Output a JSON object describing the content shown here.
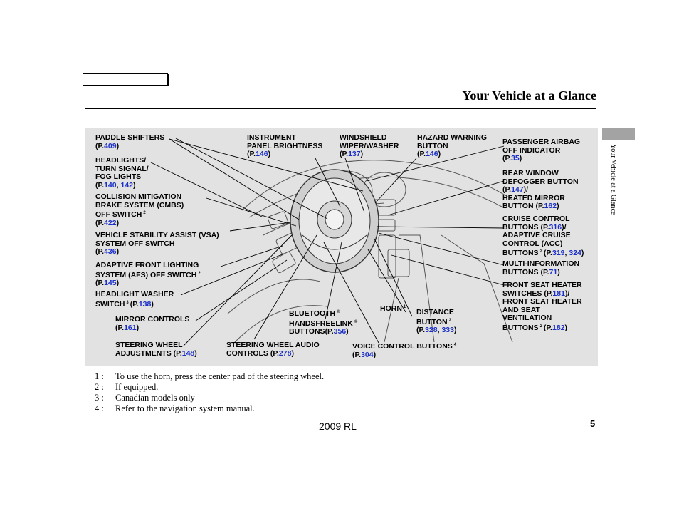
{
  "header": {
    "title": "Your Vehicle at a Glance",
    "side_tab_text": "Your Vehicle at a Glance"
  },
  "labels": {
    "paddle": {
      "lines": [
        "PADDLE SHIFTERS"
      ],
      "ref": [
        "409"
      ]
    },
    "headlights": {
      "lines": [
        "HEADLIGHTS/",
        "TURN SIGNAL/",
        "FOG LIGHTS"
      ],
      "ref": [
        "140",
        "142"
      ]
    },
    "cmbs": {
      "lines": [
        "COLLISION MITIGATION",
        "BRAKE SYSTEM (CMBS)",
        "OFF SWITCH"
      ],
      "note": "2",
      "ref": [
        "422"
      ]
    },
    "vsa": {
      "lines": [
        "VEHICLE STABILITY ASSIST (VSA)",
        "SYSTEM OFF SWITCH"
      ],
      "ref": [
        "436"
      ]
    },
    "afs": {
      "lines": [
        "ADAPTIVE FRONT LIGHTING",
        "SYSTEM (AFS) OFF SWITCH"
      ],
      "note": "2",
      "ref": [
        "145"
      ]
    },
    "washer": {
      "lines": [
        "HEADLIGHT WASHER",
        "SWITCH"
      ],
      "note": "3",
      "ref": [
        "138"
      ]
    },
    "mirror": {
      "lines": [
        "MIRROR CONTROLS"
      ],
      "ref": [
        "161"
      ]
    },
    "steering_adj": {
      "lines": [
        "STEERING WHEEL",
        "ADJUSTMENTS"
      ],
      "ref": [
        "148"
      ]
    },
    "instrument": {
      "lines": [
        "INSTRUMENT",
        "PANEL BRIGHTNESS"
      ],
      "ref": [
        "146"
      ]
    },
    "wiper": {
      "lines": [
        "WINDSHIELD",
        "WIPER/WASHER"
      ],
      "ref": [
        "137"
      ]
    },
    "hazard": {
      "lines": [
        "HAZARD WARNING",
        "BUTTON"
      ],
      "ref": [
        "146"
      ]
    },
    "airbag": {
      "lines": [
        "PASSENGER AIRBAG",
        "OFF INDICATOR"
      ],
      "ref": [
        "35"
      ]
    },
    "defogger": {
      "lines": [
        "REAR WINDOW",
        "DEFOGGER BUTTON"
      ],
      "ref": [
        "147"
      ],
      "lines2": [
        "HEATED MIRROR",
        "BUTTON"
      ],
      "ref2": [
        "162"
      ]
    },
    "cruise": {
      "lines": [
        "CRUISE CONTROL",
        "BUTTONS"
      ],
      "ref": [
        "316"
      ],
      "lines2": [
        "ADAPTIVE CRUISE",
        "CONTROL (ACC)",
        "BUTTONS"
      ],
      "note2": "2",
      "ref2": [
        "319",
        "324"
      ]
    },
    "multi_info": {
      "lines": [
        "MULTI-INFORMATION",
        "BUTTONS"
      ],
      "ref": [
        "71"
      ]
    },
    "seat_heater": {
      "lines": [
        "FRONT SEAT HEATER",
        "SWITCHES"
      ],
      "ref": [
        "181"
      ],
      "lines2": [
        "FRONT SEAT HEATER",
        "AND SEAT",
        "VENTILATION",
        "BUTTONS"
      ],
      "note2": "2",
      "ref2": [
        "182"
      ]
    },
    "bluetooth": {
      "lines": [
        "BLUETOOTH",
        "HANDSFREELINK",
        "BUTTONS"
      ],
      "reg": "®",
      "ref": [
        "356"
      ]
    },
    "horn": {
      "lines": [
        "HORN"
      ],
      "note": "1"
    },
    "distance": {
      "lines": [
        "DISTANCE",
        "BUTTON"
      ],
      "note": "2",
      "ref": [
        "328",
        "333"
      ]
    },
    "audio": {
      "lines": [
        "STEERING WHEEL AUDIO",
        "CONTROLS"
      ],
      "ref": [
        "278"
      ]
    },
    "voice": {
      "lines": [
        "VOICE CONTROL BUTTONS"
      ],
      "note": "4",
      "ref": [
        "304"
      ]
    }
  },
  "footnotes": [
    {
      "key": "1 :",
      "text": "To use the horn, press the center pad of the steering wheel."
    },
    {
      "key": "2 :",
      "text": "If equipped."
    },
    {
      "key": "3 :",
      "text": "Canadian models only"
    },
    {
      "key": "4 :",
      "text": "Refer to the navigation system manual."
    }
  ],
  "footer": {
    "model": "2009  RL",
    "page_number": "5"
  },
  "colors": {
    "figure_bg": "#e2e2e2",
    "link": "#1a2fc8",
    "side_tab": "#a3a3a3"
  }
}
